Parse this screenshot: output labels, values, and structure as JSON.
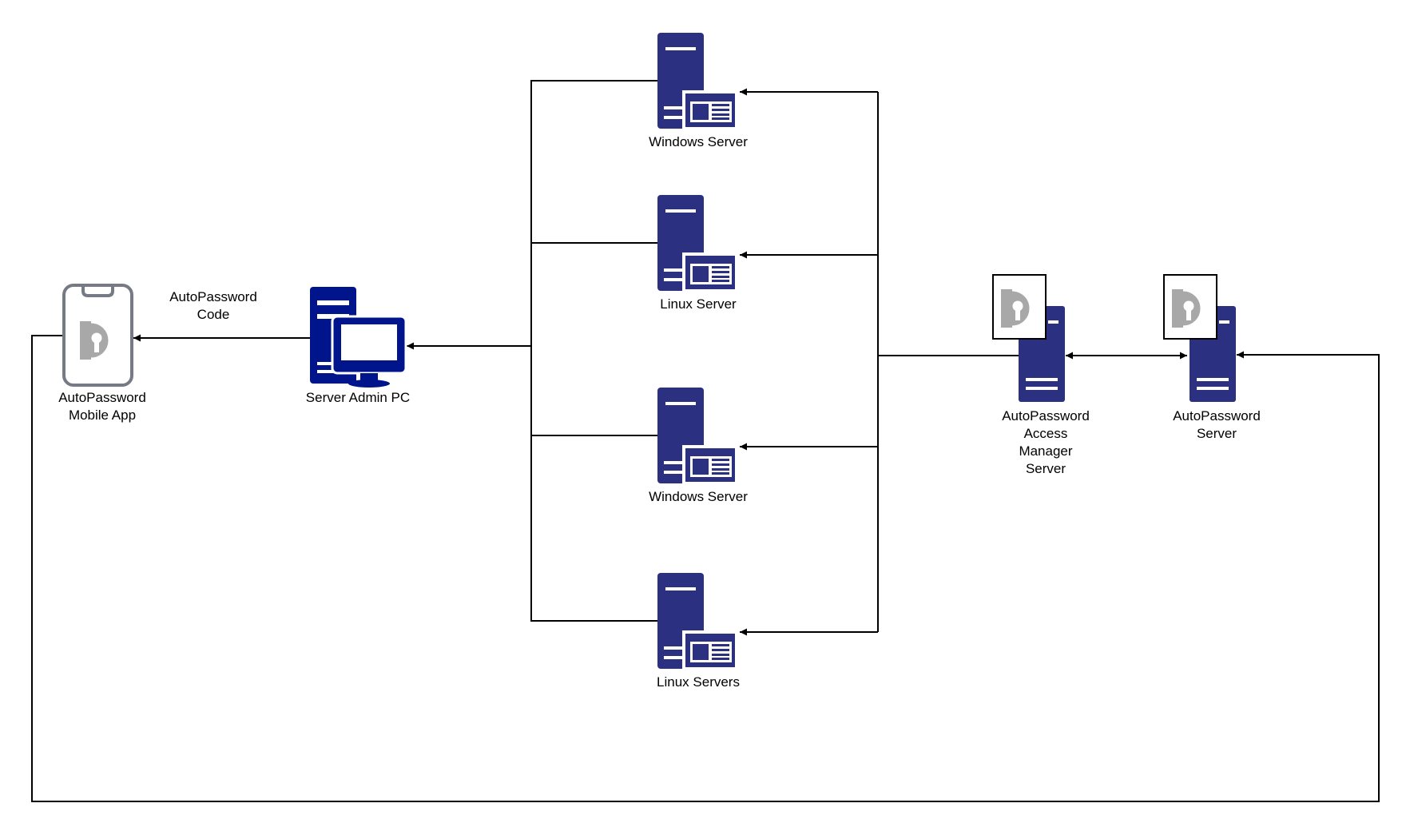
{
  "colors": {
    "server": "#2B3080",
    "pc": "#00148C",
    "phone": "#767A85",
    "logo": "#A8A8A8",
    "line": "#000000"
  },
  "nodes": {
    "mobile_app": {
      "icon": "mobile-phone-icon",
      "label_line1": "AutoPassword",
      "label_line2": "Mobile App"
    },
    "admin_pc": {
      "icon": "desktop-computer-icon",
      "label": "Server Admin PC"
    },
    "server1": {
      "icon": "web-server-icon",
      "label": "Windows Server"
    },
    "server2": {
      "icon": "web-server-icon",
      "label": "Linux Server"
    },
    "server3": {
      "icon": "web-server-icon",
      "label": "Windows Server"
    },
    "server4": {
      "icon": "web-server-icon",
      "label": "Linux Servers"
    },
    "access_manager": {
      "icon": "autopassword-server-icon",
      "label_line1": "AutoPassword",
      "label_line2": "Access",
      "label_line3": "Manager",
      "label_line4": "Server"
    },
    "ap_server": {
      "icon": "autopassword-server-icon",
      "label_line1": "AutoPassword",
      "label_line2": "Server"
    }
  },
  "edges": {
    "code_label_line1": "AutoPassword",
    "code_label_line2": "Code"
  }
}
